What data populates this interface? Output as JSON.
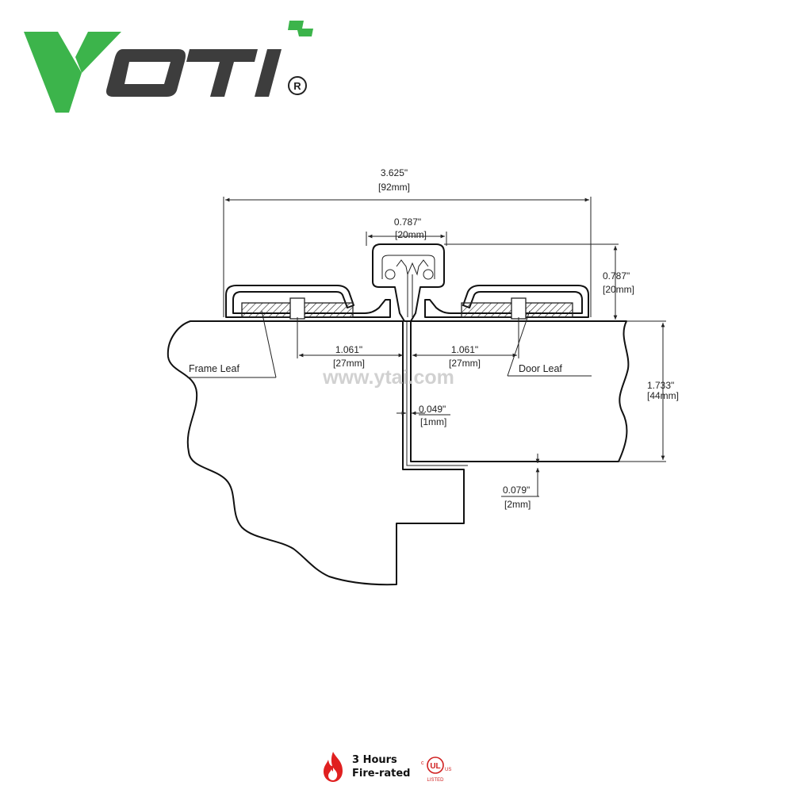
{
  "brand": {
    "logo_text": "YOTI",
    "registered_mark": "®",
    "green": "#3cb44b",
    "dark": "#3d3d3d"
  },
  "watermark": "www.ytai.com",
  "dimensions": {
    "overall_width": {
      "in": "3.625\"",
      "mm": "[92mm]"
    },
    "knuckle_width": {
      "in": "0.787\"",
      "mm": "[20mm]"
    },
    "knuckle_height": {
      "in": "0.787\"",
      "mm": "[20mm]"
    },
    "frame_leaf_offset": {
      "in": "1.061\"",
      "mm": "[27mm]"
    },
    "door_leaf_offset": {
      "in": "1.061\"",
      "mm": "[27mm]"
    },
    "door_thickness": {
      "in": "1.733\"",
      "mm": "[44mm]"
    },
    "gap": {
      "in": "0.049\"",
      "mm": "[1mm]"
    },
    "clearance": {
      "in": "0.079\"",
      "mm": "[2mm]"
    }
  },
  "labels": {
    "frame_leaf": "Frame Leaf",
    "door_leaf": "Door Leaf"
  },
  "footer": {
    "rating_line1": "3 Hours",
    "rating_line2": "Fire-rated",
    "ul_left": "c",
    "ul_center": "UL",
    "ul_right": "US",
    "ul_listed": "LISTED",
    "flame_color": "#e02020"
  }
}
